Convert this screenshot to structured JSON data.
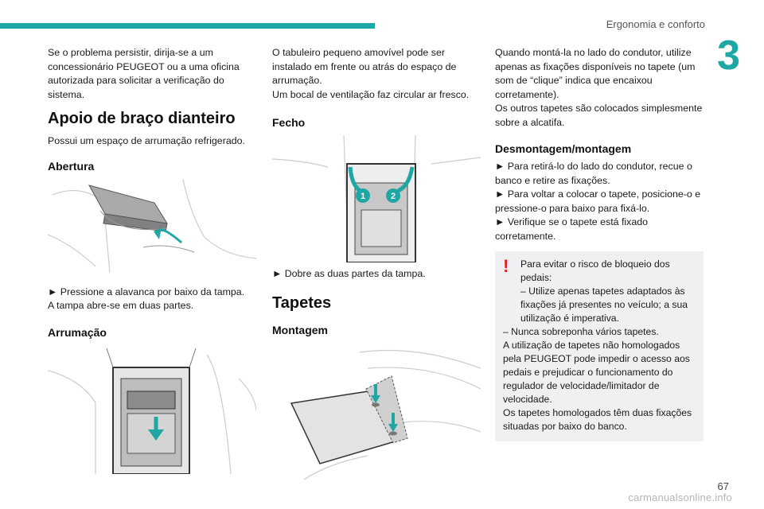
{
  "header": {
    "title": "Ergonomia e conforto",
    "chapter": "3",
    "page": "67"
  },
  "watermark": "carmanualsonline.info",
  "col1": {
    "intro": "Se o problema persistir, dirija-se a um concessionário PEUGEOT ou a uma oficina autorizada para solicitar a verificação do sistema.",
    "title": "Apoio de braço dianteiro",
    "subtitle": "Possui um espaço de arrumação refrigerado.",
    "abertura_heading": "Abertura",
    "abertura_text1": "► Pressione a alavanca por baixo da tampa.",
    "abertura_text2": "A tampa abre-se em duas partes.",
    "arrumacao_heading": "Arrumação"
  },
  "col2": {
    "intro1": "O tabuleiro pequeno amovível pode ser instalado em frente ou atrás do espaço de arrumação.",
    "intro2": "Um bocal de ventilação faz circular ar fresco.",
    "fecho_heading": "Fecho",
    "fecho_badge1": "1",
    "fecho_badge2": "2",
    "fecho_text": "► Dobre as duas partes da tampa.",
    "tapetes_heading": "Tapetes",
    "montagem_heading": "Montagem"
  },
  "col3": {
    "intro1": "Quando montá-la no lado do condutor, utilize apenas as fixações disponíveis no tapete (um som de “clique” indica que encaixou corretamente).",
    "intro2": "Os outros tapetes são colocados simplesmente sobre a alcatifa.",
    "desm_heading": "Desmontagem/montagem",
    "desm1": "► Para retirá-lo do lado do condutor, recue o banco e retire as fixações.",
    "desm2": "► Para voltar a colocar o tapete, posicione-o e pressione-o para baixo para fixá-lo.",
    "desm3": "► Verifique se o tapete está fixado corretamente.",
    "warn": {
      "l1": "Para evitar o risco de bloqueio dos pedais:",
      "l2": "– Utilize apenas tapetes adaptados às fixações já presentes no veículo; a sua utilização é imperativa.",
      "l3": "– Nunca sobreponha vários tapetes.",
      "l4": "A utilização de tapetes não homologados pela PEUGEOT pode impedir o acesso aos pedais e prejudicar o funcionamento do regulador de velocidade/limitador de velocidade.",
      "l5": "Os tapetes homologados têm duas fixações situadas por baixo do banco."
    }
  },
  "colors": {
    "accent": "#1fa7a5",
    "warning": "#e3212a",
    "callout_bg": "#eef0f2"
  },
  "icons": [
    "warning-exclamation-icon",
    "arrow-icon"
  ]
}
